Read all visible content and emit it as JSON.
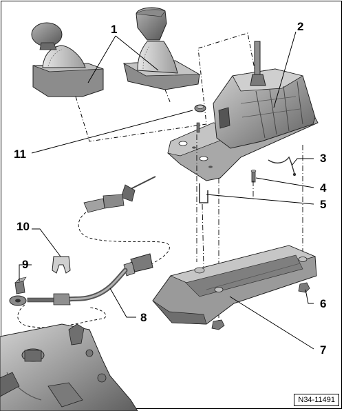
{
  "diagram": {
    "figure_id": "N34-11491",
    "callouts": [
      {
        "id": "label-1",
        "text": "1"
      },
      {
        "id": "label-2",
        "text": "2"
      },
      {
        "id": "label-3",
        "text": "3"
      },
      {
        "id": "label-4",
        "text": "4"
      },
      {
        "id": "label-5",
        "text": "5"
      },
      {
        "id": "label-6",
        "text": "6"
      },
      {
        "id": "label-7",
        "text": "7"
      },
      {
        "id": "label-8",
        "text": "8"
      },
      {
        "id": "label-9",
        "text": "9"
      },
      {
        "id": "label-10",
        "text": "10"
      },
      {
        "id": "label-11",
        "text": "11"
      }
    ]
  },
  "colors": {
    "part_fill": "#9a9a9a",
    "part_dark": "#6a6a6a",
    "part_light": "#c8c8c8",
    "line": "#000000",
    "background": "#ffffff"
  }
}
